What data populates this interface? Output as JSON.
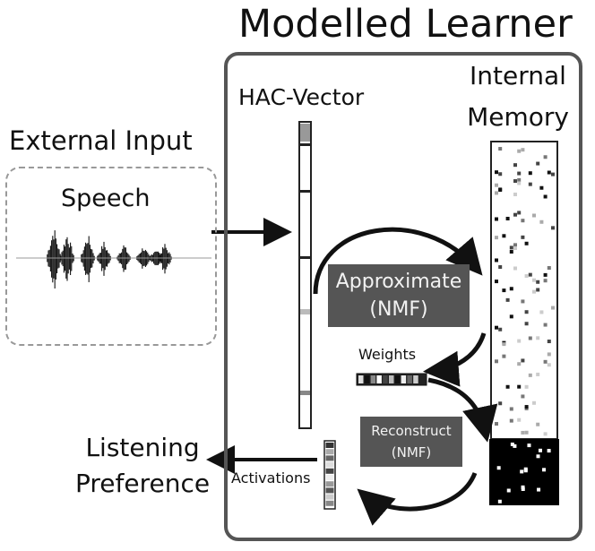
{
  "title": "Modelled Learner",
  "external": {
    "title": "External Input",
    "speech": "Speech"
  },
  "hac_label": "HAC-Vector",
  "memory_label": [
    "Internal",
    "Memory"
  ],
  "approximate": [
    "Approximate",
    "(NMF)"
  ],
  "weights_label": "Weights",
  "reconstruct": [
    "Reconstruct",
    "(NMF)"
  ],
  "activations_label": "Activations",
  "preference": [
    "Listening",
    "Preference"
  ],
  "colors": {
    "box_gray": "#555555",
    "frame": "#555555",
    "ink": "#111111"
  }
}
